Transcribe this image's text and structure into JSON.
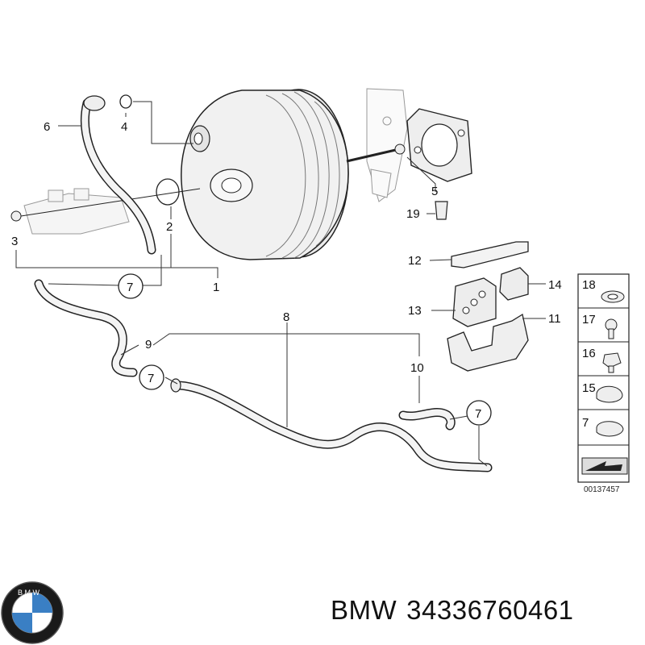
{
  "callouts": {
    "c1": "1",
    "c2": "2",
    "c3": "3",
    "c4": "4",
    "c5": "5",
    "c6": "6",
    "c7a": "7",
    "c7b": "7",
    "c7c": "7",
    "c7d": "7",
    "c8": "8",
    "c9": "9",
    "c10": "10",
    "c11": "11",
    "c12": "12",
    "c13": "13",
    "c14": "14",
    "c15": "15",
    "c16": "16",
    "c17": "17",
    "c18": "18",
    "c19": "19"
  },
  "diagram_number": "00137457",
  "caption": {
    "brand": "BMW",
    "part_number": "34336760461"
  },
  "logo": {
    "text": "B M W"
  }
}
